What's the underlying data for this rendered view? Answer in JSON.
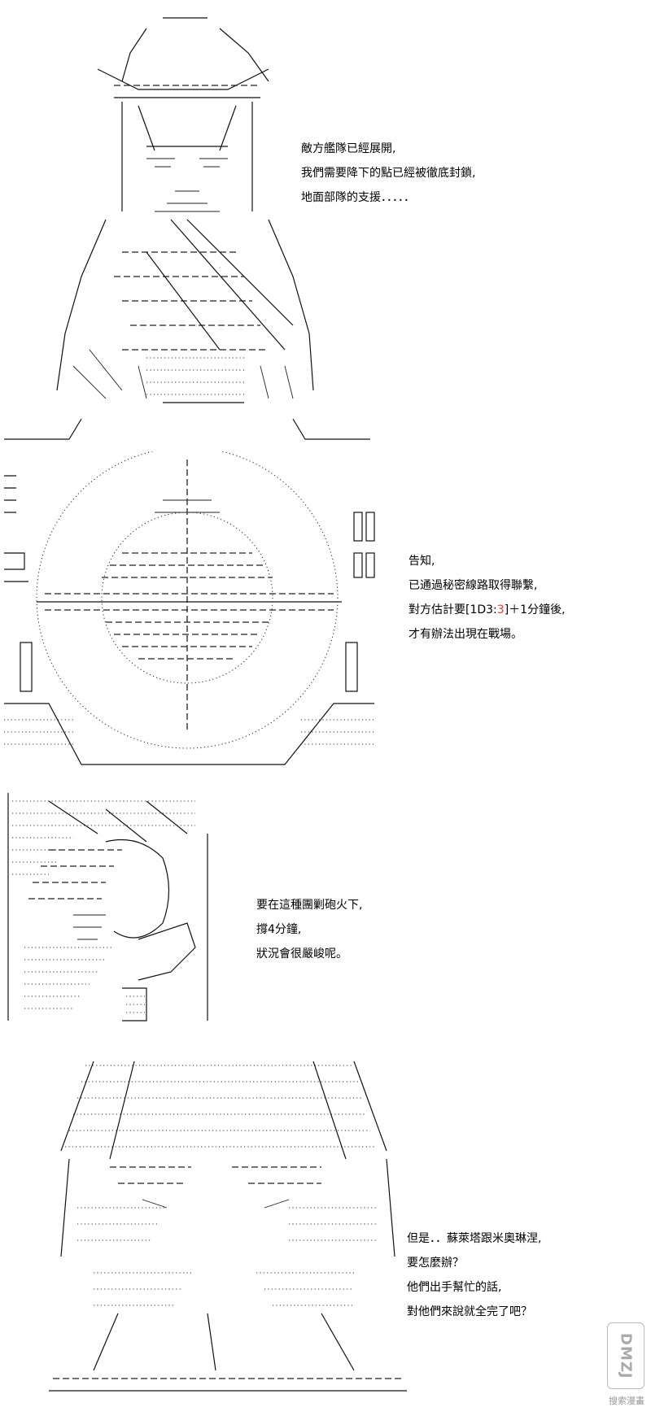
{
  "panel1": {
    "lines": [
      "敵方艦隊已經展開,",
      "我們需要降下的點已經被徹底封鎖,",
      "地面部隊的支援．．．．．"
    ]
  },
  "panel2": {
    "lines": [
      "告知,",
      "已通過秘密線路取得聯繫,"
    ],
    "eta_prefix": "對方估計要[1D3:",
    "eta_roll": "3",
    "eta_suffix": "]＋1分鐘後,",
    "line4": "才有辦法出現在戰場。"
  },
  "panel3": {
    "lines": [
      "要在這種團剿砲火下,",
      "撐4分鐘,",
      "狀況會很嚴峻呢。"
    ]
  },
  "panel4": {
    "lines": [
      "但是．．蘇萊塔跟米奧琳涅,",
      "要怎麼辦？",
      "他們出手幫忙的話,",
      "對他們來說就全完了吧？"
    ]
  },
  "watermark": {
    "logo_text": "DMZJ",
    "credit_text": "搜索漫畫"
  }
}
